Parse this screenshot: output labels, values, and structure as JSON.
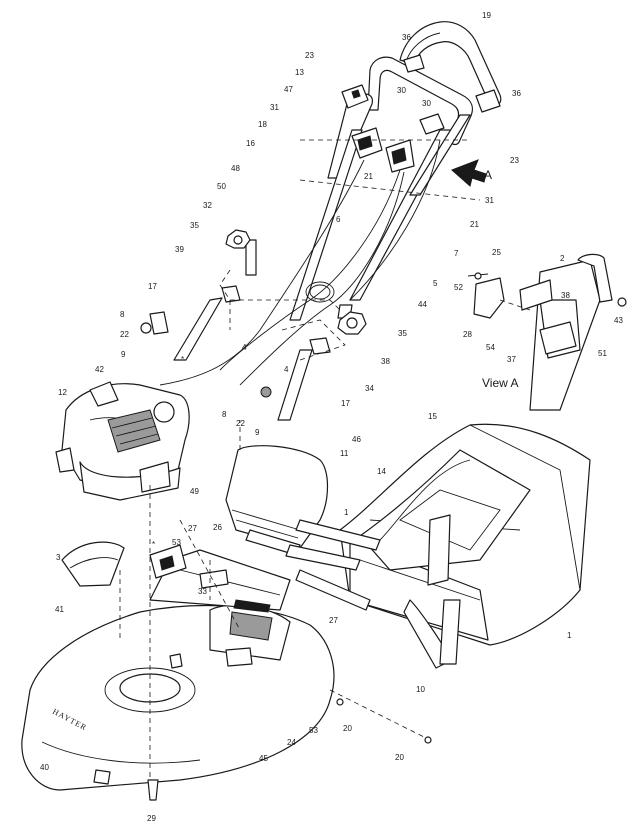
{
  "diagram": {
    "view_label": "View A",
    "arrow_label": "A",
    "brand_text": "HAYTER",
    "star_mark": "*",
    "parts": [
      {
        "id": "p19",
        "label": "19"
      },
      {
        "id": "p36a",
        "label": "36"
      },
      {
        "id": "p23a",
        "label": "23"
      },
      {
        "id": "p13",
        "label": "13"
      },
      {
        "id": "p47",
        "label": "47"
      },
      {
        "id": "p30a",
        "label": "30"
      },
      {
        "id": "p36b",
        "label": "36"
      },
      {
        "id": "p30b",
        "label": "30"
      },
      {
        "id": "p31a",
        "label": "31"
      },
      {
        "id": "p18",
        "label": "18"
      },
      {
        "id": "p16",
        "label": "16"
      },
      {
        "id": "p23b",
        "label": "23"
      },
      {
        "id": "p48",
        "label": "48"
      },
      {
        "id": "p21a",
        "label": "21"
      },
      {
        "id": "p50",
        "label": "50"
      },
      {
        "id": "p32",
        "label": "32"
      },
      {
        "id": "p31b",
        "label": "31"
      },
      {
        "id": "p6",
        "label": "6"
      },
      {
        "id": "p35a",
        "label": "35"
      },
      {
        "id": "p21b",
        "label": "21"
      },
      {
        "id": "p39",
        "label": "39"
      },
      {
        "id": "p7",
        "label": "7"
      },
      {
        "id": "p25",
        "label": "25"
      },
      {
        "id": "p2",
        "label": "2"
      },
      {
        "id": "p17a",
        "label": "17"
      },
      {
        "id": "p5",
        "label": "5"
      },
      {
        "id": "p52",
        "label": "52"
      },
      {
        "id": "p38a",
        "label": "38"
      },
      {
        "id": "p44",
        "label": "44"
      },
      {
        "id": "p8a",
        "label": "8"
      },
      {
        "id": "p43",
        "label": "43"
      },
      {
        "id": "p22a",
        "label": "22"
      },
      {
        "id": "p35b",
        "label": "35"
      },
      {
        "id": "p28",
        "label": "28"
      },
      {
        "id": "p4a",
        "label": "4"
      },
      {
        "id": "p54",
        "label": "54"
      },
      {
        "id": "p51",
        "label": "51"
      },
      {
        "id": "p9a",
        "label": "9"
      },
      {
        "id": "p38b",
        "label": "38"
      },
      {
        "id": "p37",
        "label": "37"
      },
      {
        "id": "p42",
        "label": "42"
      },
      {
        "id": "p4b",
        "label": "4"
      },
      {
        "id": "p12",
        "label": "12"
      },
      {
        "id": "p34",
        "label": "34"
      },
      {
        "id": "p17b",
        "label": "17"
      },
      {
        "id": "p15",
        "label": "15"
      },
      {
        "id": "p8b",
        "label": "8"
      },
      {
        "id": "p22b",
        "label": "22"
      },
      {
        "id": "p9b",
        "label": "9"
      },
      {
        "id": "p46",
        "label": "46"
      },
      {
        "id": "p11",
        "label": "11"
      },
      {
        "id": "p14",
        "label": "14"
      },
      {
        "id": "p49",
        "label": "49"
      },
      {
        "id": "p1a",
        "label": "1"
      },
      {
        "id": "p27a",
        "label": "27"
      },
      {
        "id": "p26",
        "label": "26"
      },
      {
        "id": "p53a",
        "label": "53"
      },
      {
        "id": "p3",
        "label": "3"
      },
      {
        "id": "p33",
        "label": "33"
      },
      {
        "id": "p41",
        "label": "41"
      },
      {
        "id": "p27b",
        "label": "27"
      },
      {
        "id": "p1b",
        "label": "1"
      },
      {
        "id": "p10",
        "label": "10"
      },
      {
        "id": "p53b",
        "label": "53"
      },
      {
        "id": "p20a",
        "label": "20"
      },
      {
        "id": "p24",
        "label": "24"
      },
      {
        "id": "p45",
        "label": "45"
      },
      {
        "id": "p20b",
        "label": "20"
      },
      {
        "id": "p40",
        "label": "40"
      },
      {
        "id": "p29",
        "label": "29"
      }
    ]
  }
}
